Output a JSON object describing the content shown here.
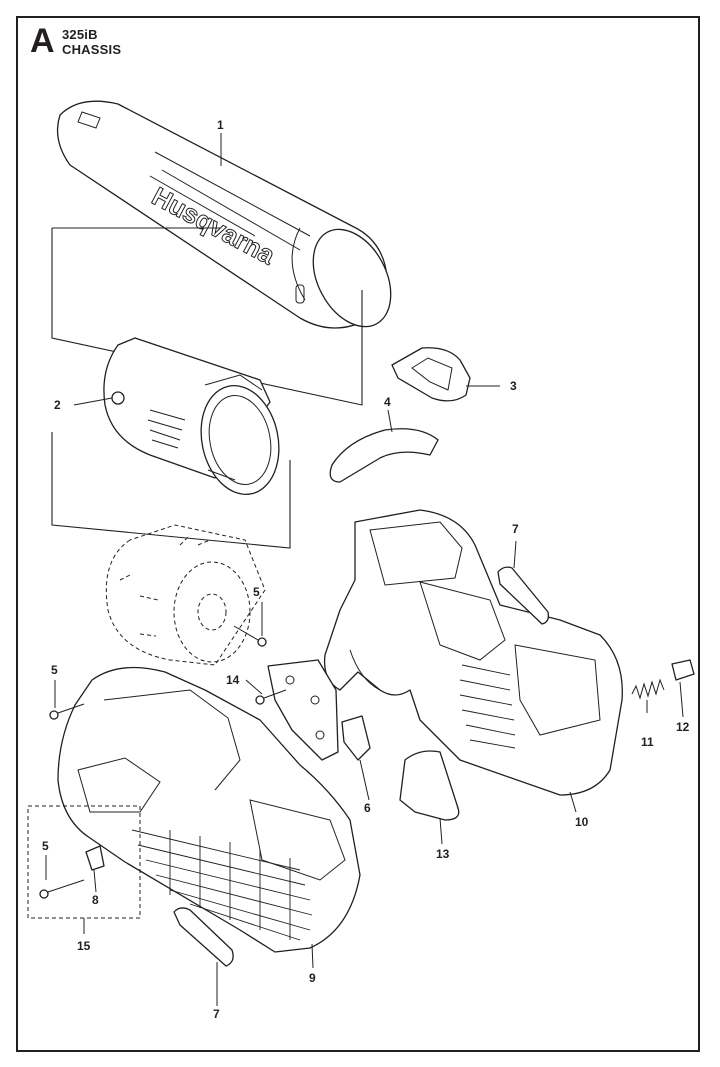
{
  "header": {
    "section_letter": "A",
    "model": "325iB",
    "title": "CHASSIS"
  },
  "brand_mark": "Husqvarna",
  "callouts": [
    "1",
    "2",
    "3",
    "4",
    "5",
    "6",
    "7",
    "8",
    "9",
    "10",
    "11",
    "12",
    "13",
    "14",
    "15"
  ],
  "labels": {
    "n1": "1",
    "n2": "2",
    "n3": "3",
    "n4": "4",
    "n5a": "5",
    "n5b": "5",
    "n5c": "5",
    "n6": "6",
    "n7a": "7",
    "n7b": "7",
    "n8": "8",
    "n9": "9",
    "n10": "10",
    "n11": "11",
    "n12": "12",
    "n13": "13",
    "n14": "14",
    "n15": "15"
  },
  "colors": {
    "line": "#231f20",
    "background": "#ffffff"
  }
}
